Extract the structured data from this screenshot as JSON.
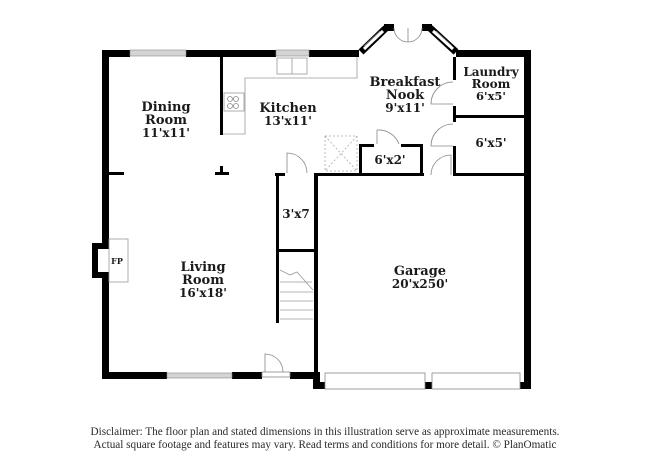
{
  "floorplan": {
    "rooms": [
      {
        "id": "dining",
        "name_line1": "Dining",
        "name_line2": "Room",
        "dimensions": "11'x11'"
      },
      {
        "id": "kitchen",
        "name_line1": "Kitchen",
        "dimensions": "13'x11'"
      },
      {
        "id": "breakfast",
        "name_line1": "Breakfast",
        "name_line2": "Nook",
        "dimensions": "9'x11'"
      },
      {
        "id": "laundry",
        "name_line1": "Laundry",
        "name_line2": "Room",
        "dimensions": "6'x5'"
      },
      {
        "id": "storage",
        "dimensions": "6'x5'"
      },
      {
        "id": "pantry",
        "dimensions": "6'x2'"
      },
      {
        "id": "closet",
        "dimensions": "3'x7"
      },
      {
        "id": "living",
        "name_line1": "Living",
        "name_line2": "Room",
        "dimensions": "16'x18'"
      },
      {
        "id": "garage",
        "name_line1": "Garage",
        "dimensions": "20'x250'"
      }
    ],
    "fixtures": {
      "fireplace_label": "FP"
    },
    "colors": {
      "wall": "#000000",
      "fixture_line": "#9a9a9a",
      "window_fill": "#d4d4d4",
      "background": "#ffffff"
    }
  },
  "disclaimer": {
    "line1": "Disclaimer: The floor plan and stated dimensions in this illustration serve as approximate measurements.",
    "line2": "Actual square footage and features may vary. Read terms and conditions for more detail. © PlanOmatic"
  }
}
